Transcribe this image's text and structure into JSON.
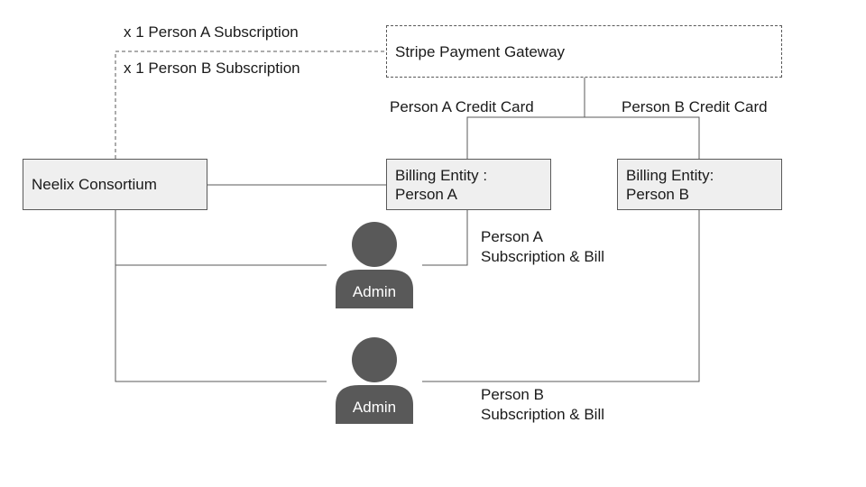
{
  "nodes": {
    "neelix": "Neelix Consortium",
    "stripe": "Stripe Payment Gateway",
    "billing_a": [
      "Billing Entity :",
      "Person A"
    ],
    "billing_b": [
      "Billing Entity:",
      "Person B"
    ]
  },
  "labels": {
    "sub_a": "x 1 Person A Subscription",
    "sub_b": "x 1 Person B Subscription",
    "card_a": "Person A Credit Card",
    "card_b": "Person B Credit Card",
    "bill_a": [
      "Person A",
      "Subscription & Bill"
    ],
    "bill_b": [
      "Person B",
      "Subscription & Bill"
    ]
  },
  "admins": [
    "Admin",
    "Admin"
  ],
  "colors": {
    "box_fill": "#efefef",
    "line": "#595959",
    "avatar": "#595959"
  }
}
